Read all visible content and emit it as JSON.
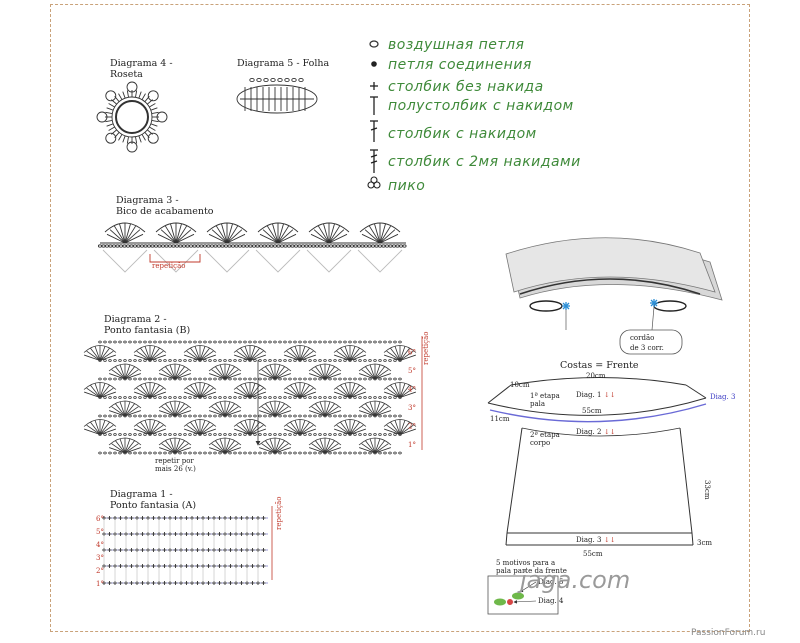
{
  "legend": [
    {
      "icon": "chain-stitch-icon",
      "text": "воздушная петля"
    },
    {
      "icon": "slip-stitch-icon",
      "text": "петля соединения"
    },
    {
      "icon": "single-crochet-icon",
      "text": "столбик без накида"
    },
    {
      "icon": "half-double-crochet-icon",
      "text": "полустолбик с накидом"
    },
    {
      "icon": "double-crochet-icon",
      "text": "столбик с накидом"
    },
    {
      "icon": "treble-crochet-icon",
      "text": "столбик с 2мя накидами"
    },
    {
      "icon": "picot-icon",
      "text": "пико"
    }
  ],
  "diagram4": {
    "title": "Diagrama 4 -",
    "subtitle": "Roseta"
  },
  "diagram5": {
    "title": "Diagrama 5 - Folha"
  },
  "diagram3": {
    "title": "Diagrama 3 -",
    "subtitle": "Bico de acabamento",
    "note": "repetição"
  },
  "diagram2": {
    "title": "Diagrama 2 -",
    "subtitle": "Ponto fantasia (B)",
    "note1": "repetir por",
    "note2": "mais 26 (v.)",
    "side_note": "repetição",
    "rows": [
      "1°",
      "2°",
      "3°",
      "4°",
      "5°",
      "6°"
    ]
  },
  "diagram1": {
    "title": "Diagrama 1 -",
    "subtitle": "Ponto fantasia (A)",
    "side_note": "repetição",
    "rows": [
      "1°",
      "2°",
      "3°",
      "4°",
      "5°",
      "6°"
    ]
  },
  "yoke": {
    "cord_line1": "cordão",
    "cord_line2": "de 3 corr."
  },
  "skirt": {
    "title": "Costas = Frente",
    "top_width": "20cm",
    "side_top": "10cm",
    "yoke_width": "55cm",
    "side_mid": "11cm",
    "height": "33cm",
    "bottom_width": "55cm",
    "bottom_band": "3cm",
    "stage1_line1": "1ª etapa",
    "stage1_line2": "pala",
    "stage2_line1": "2ª etapa",
    "stage2_line2": "corpo",
    "diag1": "Diag. 1",
    "diag2": "Diag. 2",
    "diag3": "Diag. 3",
    "diag3_side": "Diag. 3",
    "motifs_line1": "5 motivos para a",
    "motifs_line2": "pala parte da frente",
    "diag5": "Diag. 5",
    "diag4": "Diag. 4",
    "site": "jaga.com"
  },
  "watermark": "PassionForum.ru"
}
